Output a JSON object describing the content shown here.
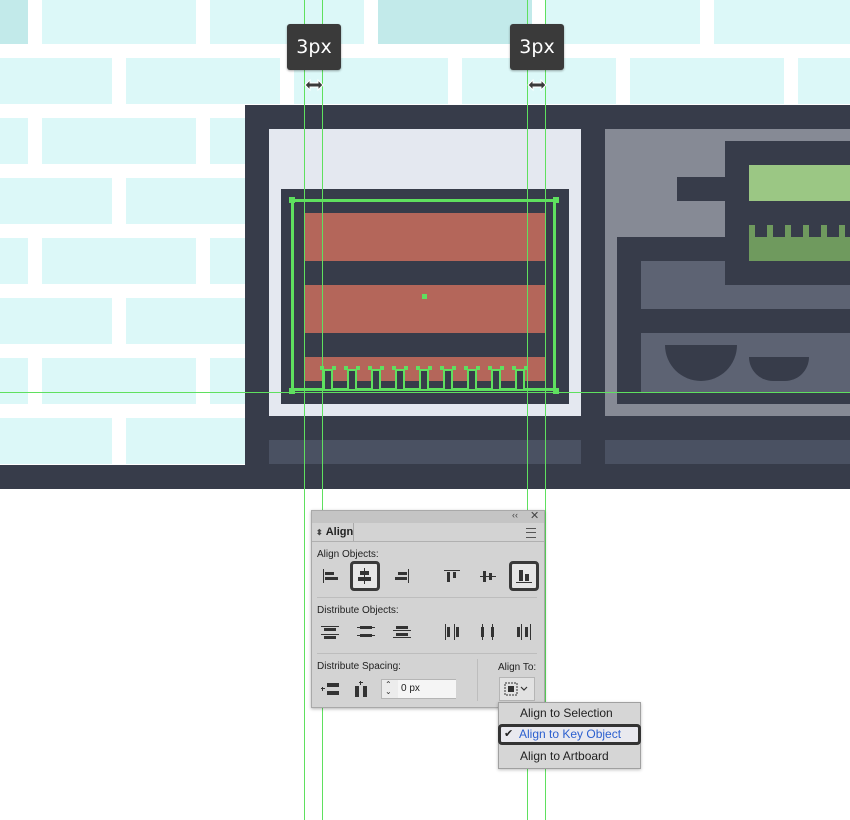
{
  "measure_labels": [
    "3px",
    "3px"
  ],
  "align_panel": {
    "tab_title": "Align",
    "align_objects_label": "Align Objects:",
    "distribute_objects_label": "Distribute Objects:",
    "distribute_spacing_label": "Distribute Spacing:",
    "align_to_label": "Align To:",
    "spacing_value": "0 px",
    "align_object_buttons": [
      "horizontal-align-left",
      "horizontal-align-center",
      "horizontal-align-right",
      "vertical-align-top",
      "vertical-align-center",
      "vertical-align-bottom"
    ],
    "distribute_object_buttons": [
      "vertical-distribute-top",
      "vertical-distribute-center",
      "vertical-distribute-bottom",
      "horizontal-distribute-left",
      "horizontal-distribute-center",
      "horizontal-distribute-right"
    ]
  },
  "align_to_menu": {
    "items": [
      {
        "label": "Align to Selection",
        "checked": false
      },
      {
        "label": "Align to Key Object",
        "checked": true
      },
      {
        "label": "Align to Artboard",
        "checked": false
      }
    ],
    "check_glyph": "✔"
  },
  "colors": {
    "brick": "#dcf8f8",
    "wall_dark": "#373c4a",
    "bookshelf_book": "#b4665a",
    "guide_green": "#5fe05f",
    "selected_blue": "#2b5fcf"
  }
}
